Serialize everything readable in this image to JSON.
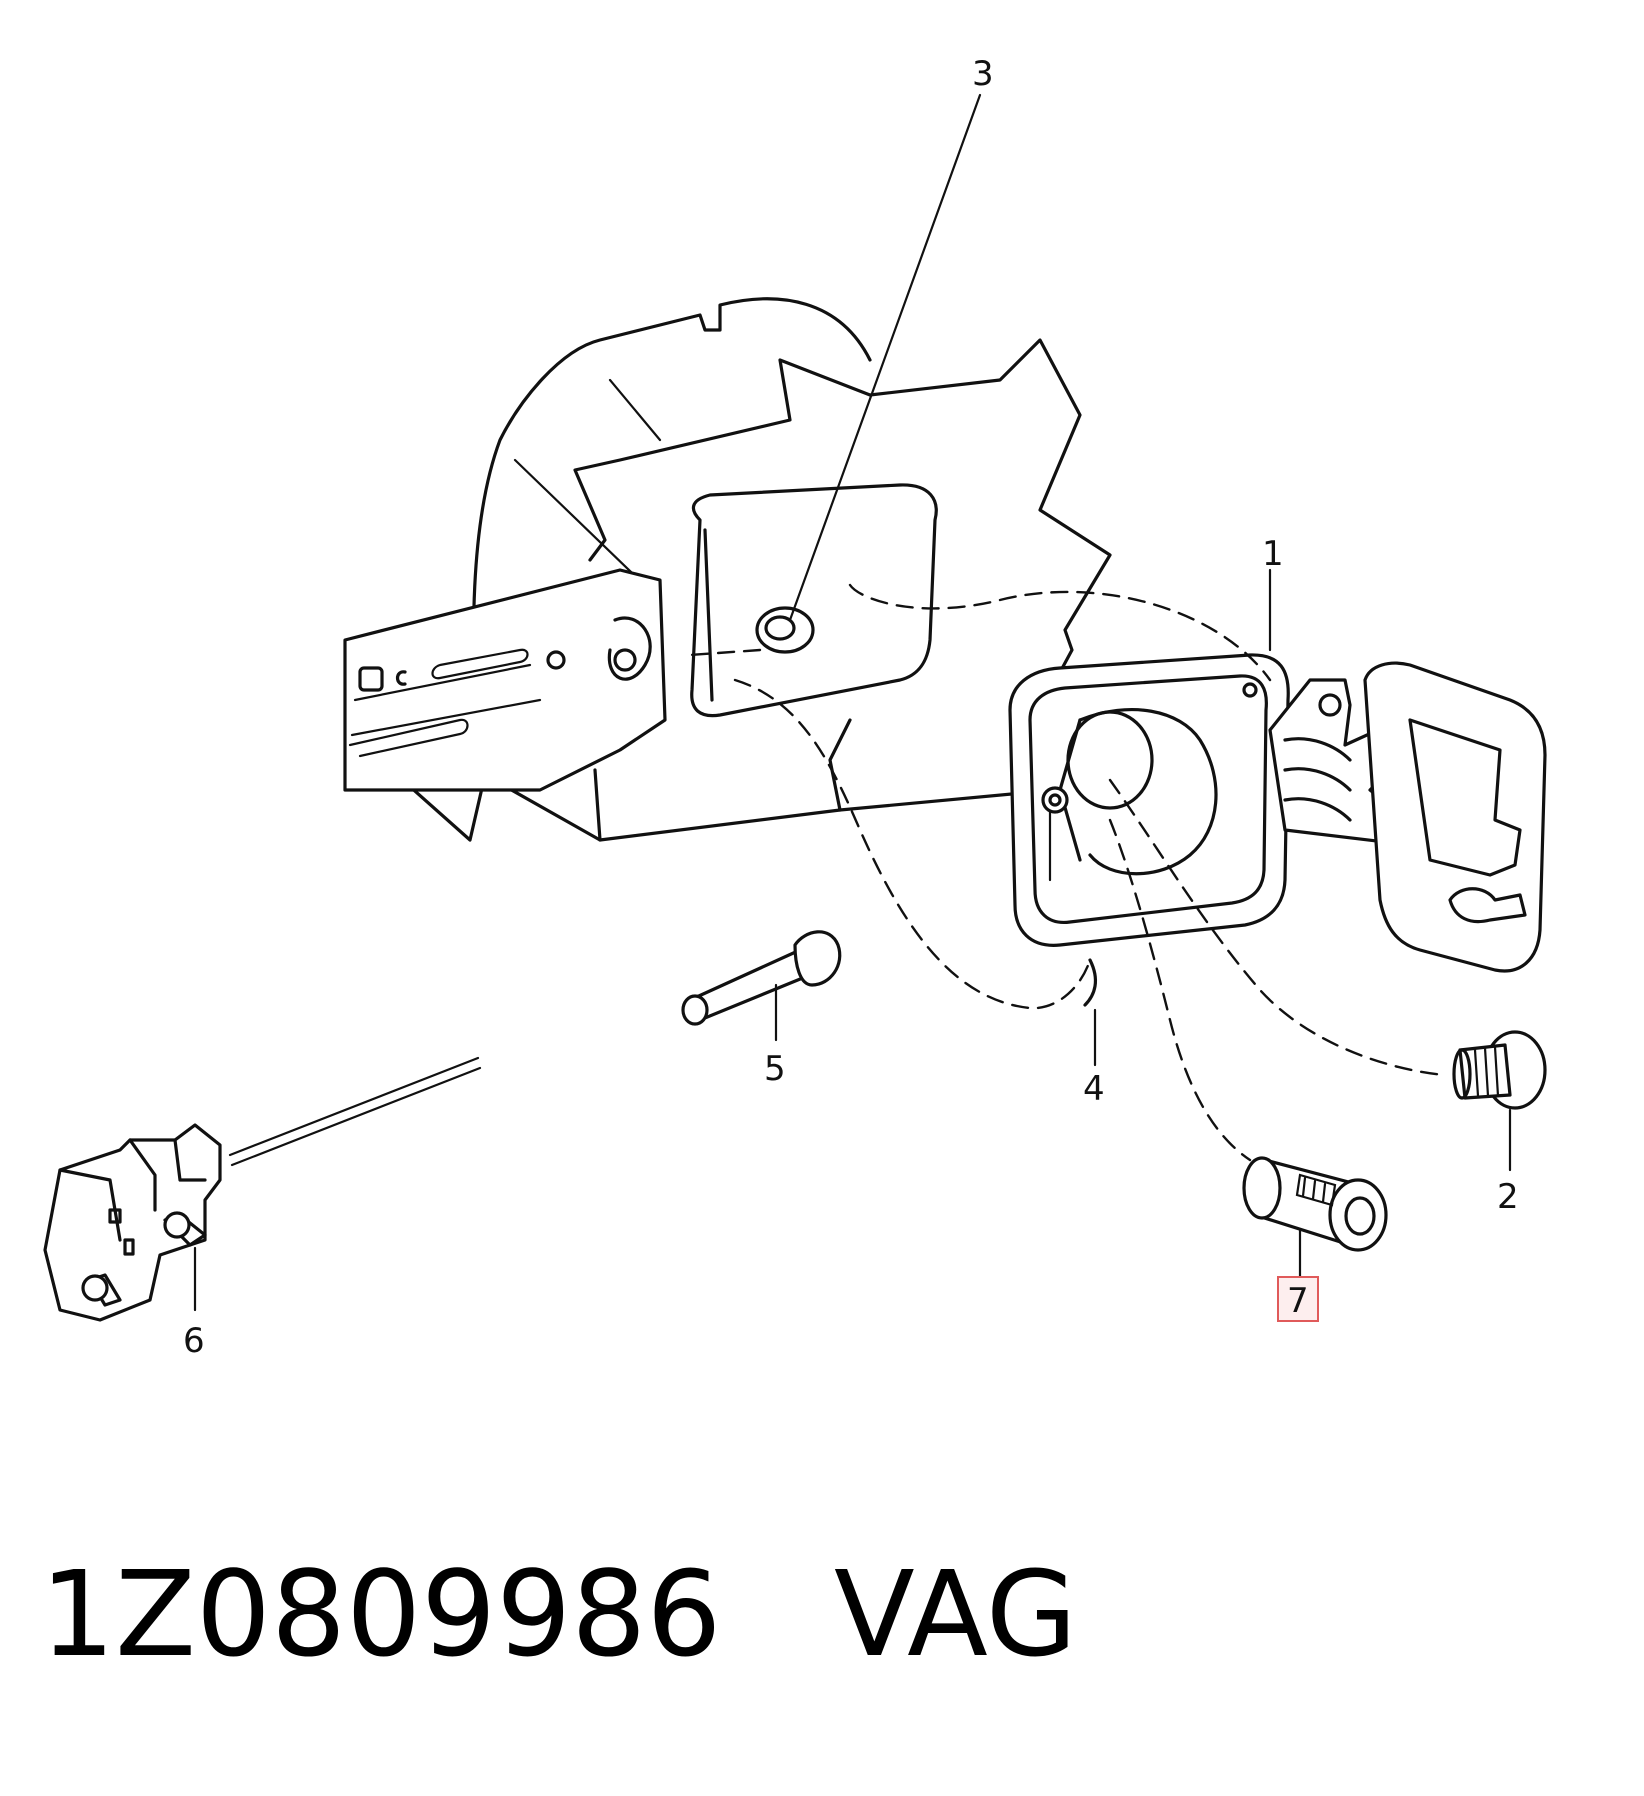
{
  "callouts": {
    "c1": "1",
    "c2": "2",
    "c3": "3",
    "c4": "4",
    "c5": "5",
    "c6": "6",
    "c7": "7"
  },
  "highlighted_callout": "7",
  "highlight_color": "#e05a5a",
  "footer": {
    "part_number": "1Z0809986",
    "brand": "VAG"
  }
}
